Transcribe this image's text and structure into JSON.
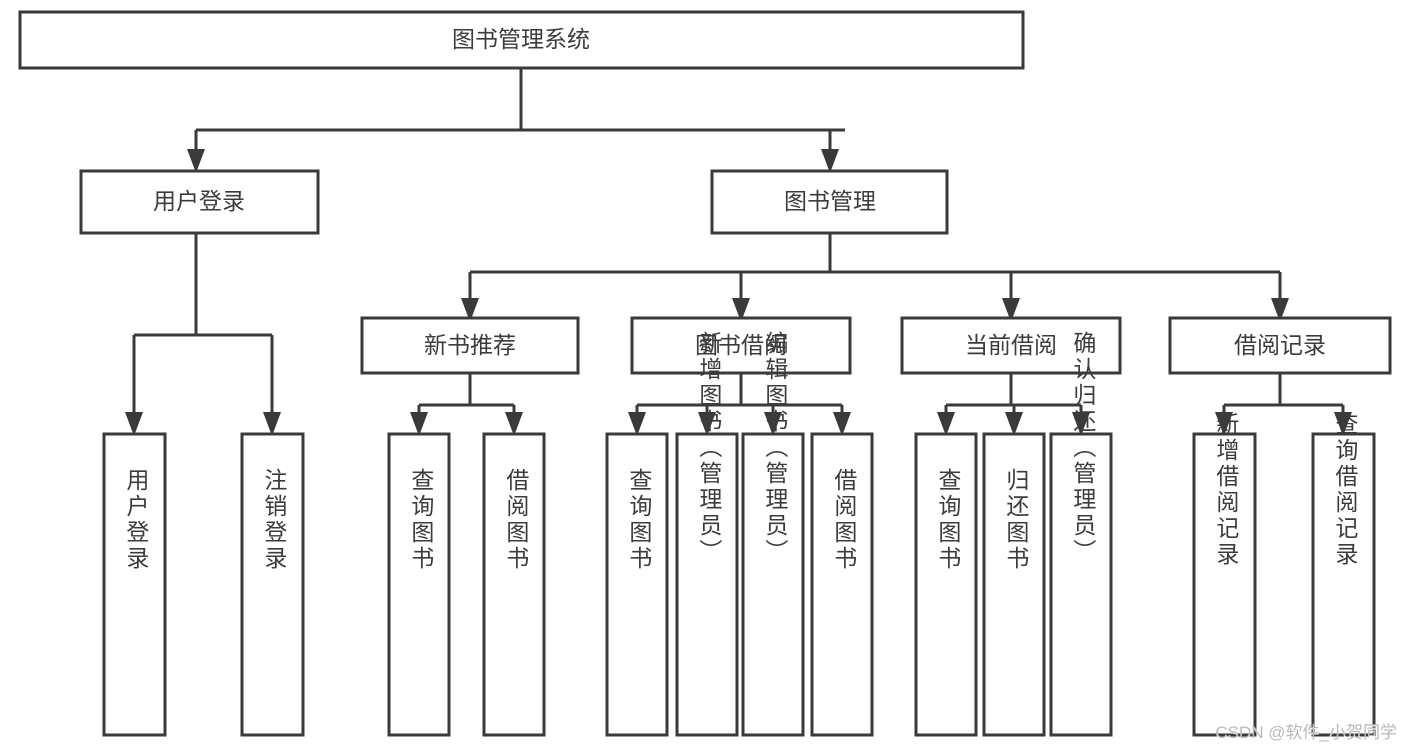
{
  "diagram": {
    "type": "tree-hierarchy",
    "title": "图书管理系统",
    "orientation": "top-down",
    "watermark": "CSDN @软件_小贺同学",
    "colors": {
      "background": "#ffffff",
      "box_border": "#3a3a3a",
      "box_fill": "#ffffff",
      "text": "#3c3c3c",
      "connector": "#3a3a3a",
      "watermark": "#b9b9b9"
    },
    "root": {
      "label": "图书管理系统"
    },
    "level1": [
      {
        "id": "user-login",
        "label": "用户登录"
      },
      {
        "id": "book-manage",
        "label": "图书管理"
      }
    ],
    "level2": [
      {
        "id": "new-book-recommend",
        "label": "新书推荐",
        "parent": "book-manage"
      },
      {
        "id": "book-borrow",
        "label": "图书借阅",
        "parent": "book-manage"
      },
      {
        "id": "current-borrow",
        "label": "当前借阅",
        "parent": "book-manage"
      },
      {
        "id": "borrow-record",
        "label": "借阅记录",
        "parent": "book-manage"
      }
    ],
    "leaves": {
      "user-login": [
        {
          "id": "leaf-user-login",
          "label": "用户登录"
        },
        {
          "id": "leaf-user-logout",
          "label": "注销登录"
        }
      ],
      "new-book-recommend": [
        {
          "id": "leaf-query-book-1",
          "label": "查询图书"
        },
        {
          "id": "leaf-borrow-book-1",
          "label": "借阅图书"
        }
      ],
      "book-borrow": [
        {
          "id": "leaf-query-book-2",
          "label": "查询图书"
        },
        {
          "id": "leaf-add-book",
          "label": "新增图书（管理员）"
        },
        {
          "id": "leaf-edit-book",
          "label": "编辑图书（管理员）"
        },
        {
          "id": "leaf-borrow-book-2",
          "label": "借阅图书"
        }
      ],
      "current-borrow": [
        {
          "id": "leaf-query-book-3",
          "label": "查询图书"
        },
        {
          "id": "leaf-return-book",
          "label": "归还图书"
        },
        {
          "id": "leaf-confirm-return",
          "label": "确认归还（管理员）"
        }
      ],
      "borrow-record": [
        {
          "id": "leaf-add-record",
          "label": "新增借阅记录"
        },
        {
          "id": "leaf-query-record",
          "label": "查询借阅记录"
        }
      ]
    }
  }
}
